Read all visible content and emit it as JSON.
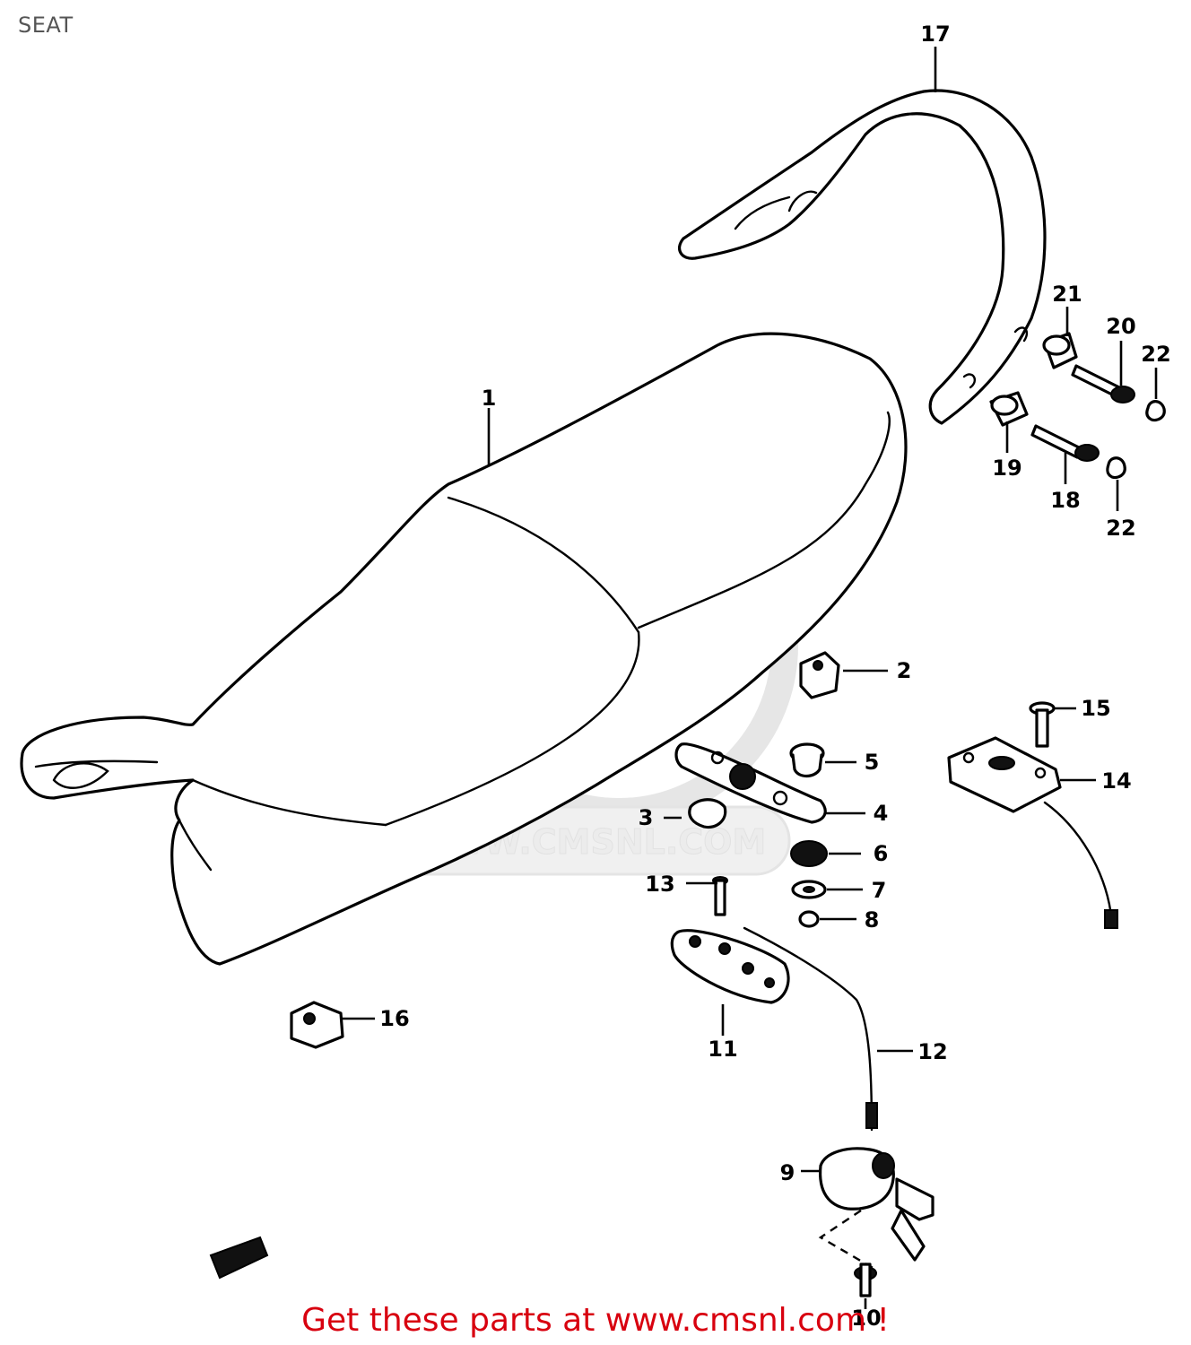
{
  "diagram": {
    "title": "SEAT",
    "watermark": "WWW.CMSNL.COM",
    "parts": [
      {
        "number": "1"
      },
      {
        "number": "2"
      },
      {
        "number": "3"
      },
      {
        "number": "4"
      },
      {
        "number": "5"
      },
      {
        "number": "6"
      },
      {
        "number": "7"
      },
      {
        "number": "8"
      },
      {
        "number": "9"
      },
      {
        "number": "10"
      },
      {
        "number": "11"
      },
      {
        "number": "12"
      },
      {
        "number": "13"
      },
      {
        "number": "14"
      },
      {
        "number": "15"
      },
      {
        "number": "16"
      },
      {
        "number": "17"
      },
      {
        "number": "18"
      },
      {
        "number": "19"
      },
      {
        "number": "20"
      },
      {
        "number": "21"
      },
      {
        "number": "22"
      },
      {
        "number": "22"
      }
    ]
  },
  "footer": {
    "promo_text": "Get these parts at www.cmsnl.com !",
    "promo_color": "#d8000f"
  }
}
